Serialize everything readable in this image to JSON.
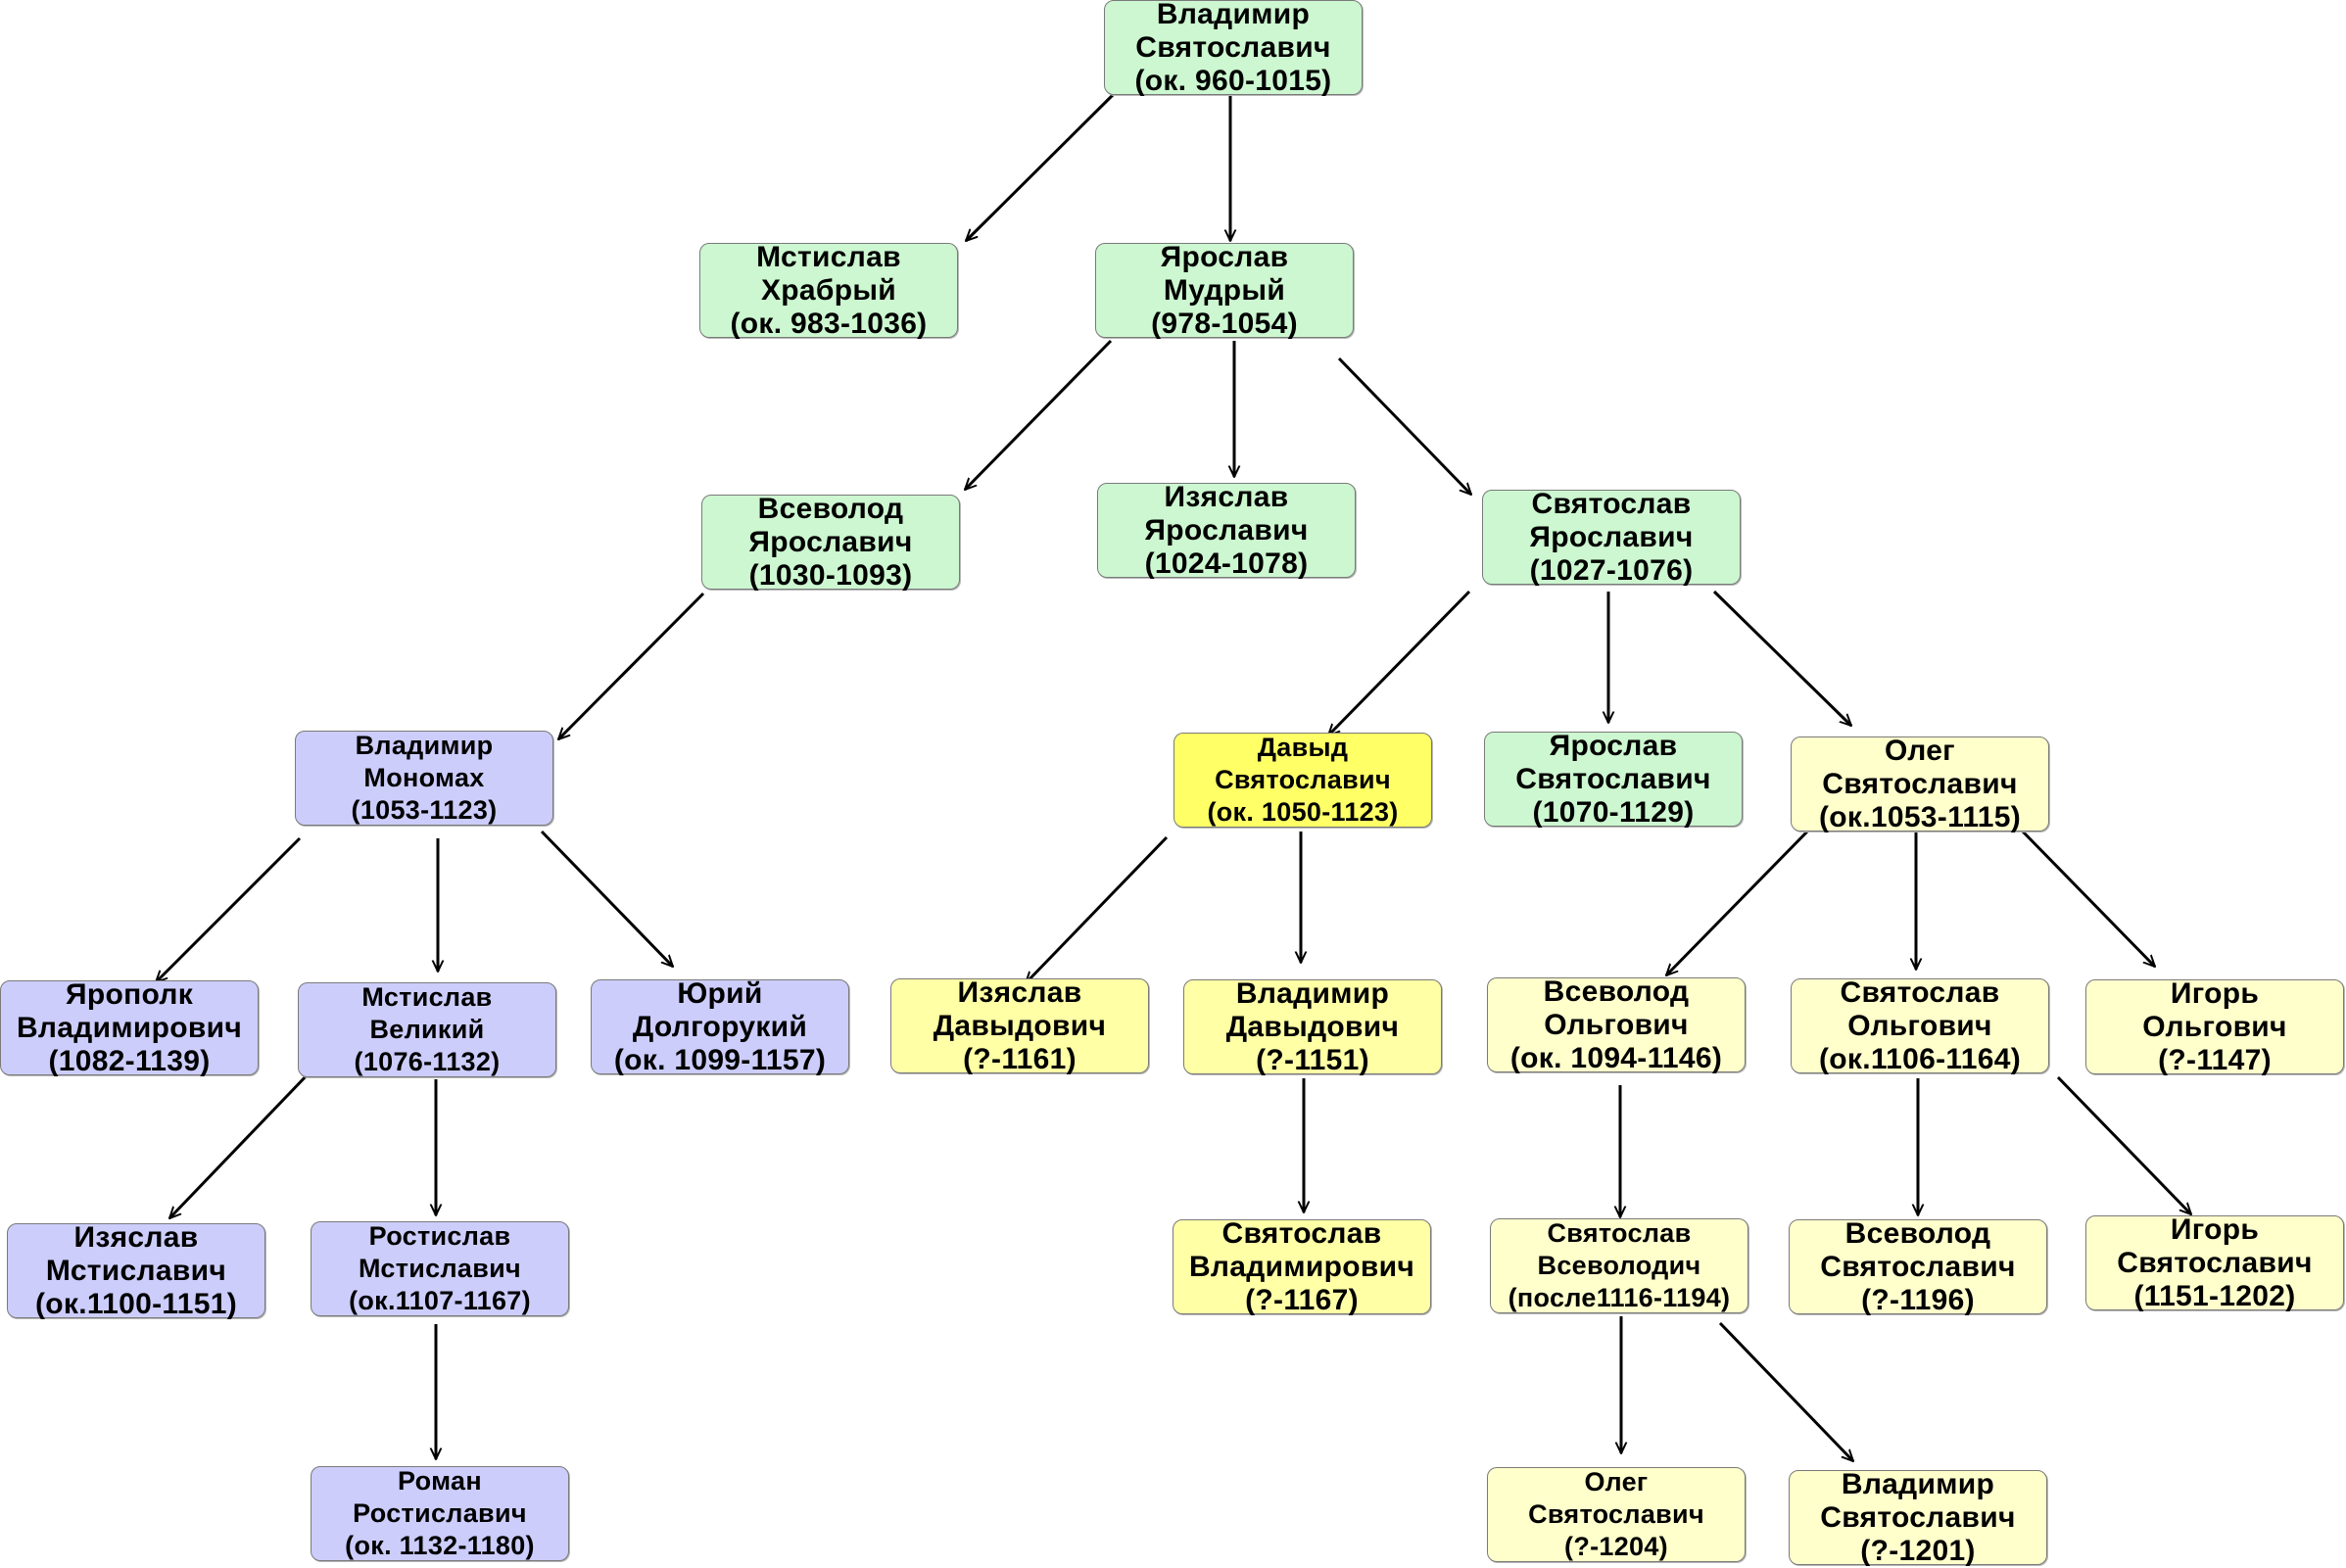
{
  "colors": {
    "green": "#ccf7d0",
    "blue": "#cccdfb",
    "yellow_strong": "#ffff66",
    "yellow_mid": "#ffffa6",
    "yellow_light": "#ffffcc",
    "arrow": "#000000"
  },
  "nodes": [
    {
      "id": "vladimir-svyatoslavich",
      "lines": [
        "Владимир",
        "Святославич",
        "(ок. 960-1015)"
      ],
      "color": "green"
    },
    {
      "id": "mstislav-khrabry",
      "lines": [
        "Мстислав",
        "Храбрый",
        "(ок. 983-1036)"
      ],
      "color": "green"
    },
    {
      "id": "yaroslav-mudry",
      "lines": [
        "Ярослав",
        "Мудрый",
        "(978-1054)"
      ],
      "color": "green"
    },
    {
      "id": "vsevolod-yaroslavich",
      "lines": [
        "Всеволод",
        "Ярославич",
        "(1030-1093)"
      ],
      "color": "green"
    },
    {
      "id": "izyaslav-yaroslavich",
      "lines": [
        "Изяслав",
        "Ярославич",
        "(1024-1078)"
      ],
      "color": "green"
    },
    {
      "id": "svyatoslav-yaroslavich",
      "lines": [
        "Святослав",
        "Ярославич",
        "(1027-1076)"
      ],
      "color": "green"
    },
    {
      "id": "vladimir-monomakh",
      "lines": [
        "Владимир",
        "Мономах",
        "(1053-1123)"
      ],
      "color": "blue"
    },
    {
      "id": "david-svyatoslavich",
      "lines": [
        "Давыд",
        "Святославич",
        "(ок. 1050-1123)"
      ],
      "color": "yellow-strong"
    },
    {
      "id": "yaroslav-svyatoslavich",
      "lines": [
        "Ярослав",
        "Святославич",
        "(1070-1129)"
      ],
      "color": "green"
    },
    {
      "id": "oleg-svyatoslavich",
      "lines": [
        "Олег",
        "Святославич",
        "(ок.1053-1115)"
      ],
      "color": "yellow"
    },
    {
      "id": "yaropolk-vladimirovich",
      "lines": [
        "Ярополк",
        "Владимирович",
        "(1082-1139)"
      ],
      "color": "blue"
    },
    {
      "id": "mstislav-veliky",
      "lines": [
        "Мстислав",
        "Великий",
        "(1076-1132)"
      ],
      "color": "blue"
    },
    {
      "id": "yury-dolgoruky",
      "lines": [
        "Юрий",
        "Долгорукий",
        "(ок. 1099-1157)"
      ],
      "color": "blue"
    },
    {
      "id": "izyaslav-davydovich",
      "lines": [
        "Изяслав",
        "Давыдович",
        "(?-1161)"
      ],
      "color": "yellow-mid"
    },
    {
      "id": "vladimir-davydovich",
      "lines": [
        "Владимир",
        "Давыдович",
        "(?-1151)"
      ],
      "color": "yellow-mid"
    },
    {
      "id": "vsevolod-olgovich",
      "lines": [
        "Всеволод",
        "Ольгович",
        "(ок. 1094-1146)"
      ],
      "color": "yellow"
    },
    {
      "id": "svyatoslav-olgovich",
      "lines": [
        "Святослав",
        "Ольгович",
        "(ок.1106-1164)"
      ],
      "color": "yellow"
    },
    {
      "id": "igor-olgovich",
      "lines": [
        "Игорь",
        "Ольгович",
        "(?-1147)"
      ],
      "color": "yellow"
    },
    {
      "id": "izyaslav-mstislavich",
      "lines": [
        "Изяслав",
        "Мстиславич",
        "(ок.1100-1151)"
      ],
      "color": "blue"
    },
    {
      "id": "rostislav-mstislavich",
      "lines": [
        "Ростислав",
        "Мстиславич",
        "(ок.1107-1167)"
      ],
      "color": "blue"
    },
    {
      "id": "svyatoslav-vladimirovich",
      "lines": [
        "Святослав",
        "Владимирович",
        "(?-1167)"
      ],
      "color": "yellow-mid"
    },
    {
      "id": "svyatoslav-vsevolodich",
      "lines": [
        "Святослав",
        "Всеволодич",
        "(после1116-1194)"
      ],
      "color": "yellow"
    },
    {
      "id": "vsevolod-svyatoslavich",
      "lines": [
        "Всеволод",
        "Святославич",
        "(?-1196)"
      ],
      "color": "yellow"
    },
    {
      "id": "igor-svyatoslavich",
      "lines": [
        "Игорь",
        "Святославич",
        "(1151-1202)"
      ],
      "color": "yellow"
    },
    {
      "id": "roman-rostislavich",
      "lines": [
        "Роман",
        "Ростиславич",
        "(ок. 1132-1180)"
      ],
      "color": "blue"
    },
    {
      "id": "oleg-svyatoslavich-2",
      "lines": [
        "Олег",
        "Святославич",
        "(?-1204)"
      ],
      "color": "yellow"
    },
    {
      "id": "vladimir-svyatoslavich-2",
      "lines": [
        "Владимир",
        "Святославич",
        "(?-1201)"
      ],
      "color": "yellow"
    }
  ],
  "edges": [
    [
      "vladimir-svyatoslavich",
      "mstislav-khrabry"
    ],
    [
      "vladimir-svyatoslavich",
      "yaroslav-mudry"
    ],
    [
      "yaroslav-mudry",
      "vsevolod-yaroslavich"
    ],
    [
      "yaroslav-mudry",
      "izyaslav-yaroslavich"
    ],
    [
      "yaroslav-mudry",
      "svyatoslav-yaroslavich"
    ],
    [
      "vsevolod-yaroslavich",
      "vladimir-monomakh"
    ],
    [
      "svyatoslav-yaroslavich",
      "david-svyatoslavich"
    ],
    [
      "svyatoslav-yaroslavich",
      "yaroslav-svyatoslavich"
    ],
    [
      "svyatoslav-yaroslavich",
      "oleg-svyatoslavich"
    ],
    [
      "vladimir-monomakh",
      "yaropolk-vladimirovich"
    ],
    [
      "vladimir-monomakh",
      "mstislav-veliky"
    ],
    [
      "vladimir-monomakh",
      "yury-dolgoruky"
    ],
    [
      "david-svyatoslavich",
      "izyaslav-davydovich"
    ],
    [
      "david-svyatoslavich",
      "vladimir-davydovich"
    ],
    [
      "oleg-svyatoslavich",
      "vsevolod-olgovich"
    ],
    [
      "oleg-svyatoslavich",
      "svyatoslav-olgovich"
    ],
    [
      "oleg-svyatoslavich",
      "igor-olgovich"
    ],
    [
      "mstislav-veliky",
      "izyaslav-mstislavich"
    ],
    [
      "mstislav-veliky",
      "rostislav-mstislavich"
    ],
    [
      "vladimir-davydovich",
      "svyatoslav-vladimirovich"
    ],
    [
      "vsevolod-olgovich",
      "svyatoslav-vsevolodich"
    ],
    [
      "svyatoslav-olgovich",
      "vsevolod-svyatoslavich"
    ],
    [
      "svyatoslav-olgovich",
      "igor-svyatoslavich"
    ],
    [
      "rostislav-mstislavich",
      "roman-rostislavich"
    ],
    [
      "svyatoslav-vsevolodich",
      "oleg-svyatoslavich-2"
    ],
    [
      "svyatoslav-vsevolodich",
      "vladimir-svyatoslavich-2"
    ]
  ]
}
